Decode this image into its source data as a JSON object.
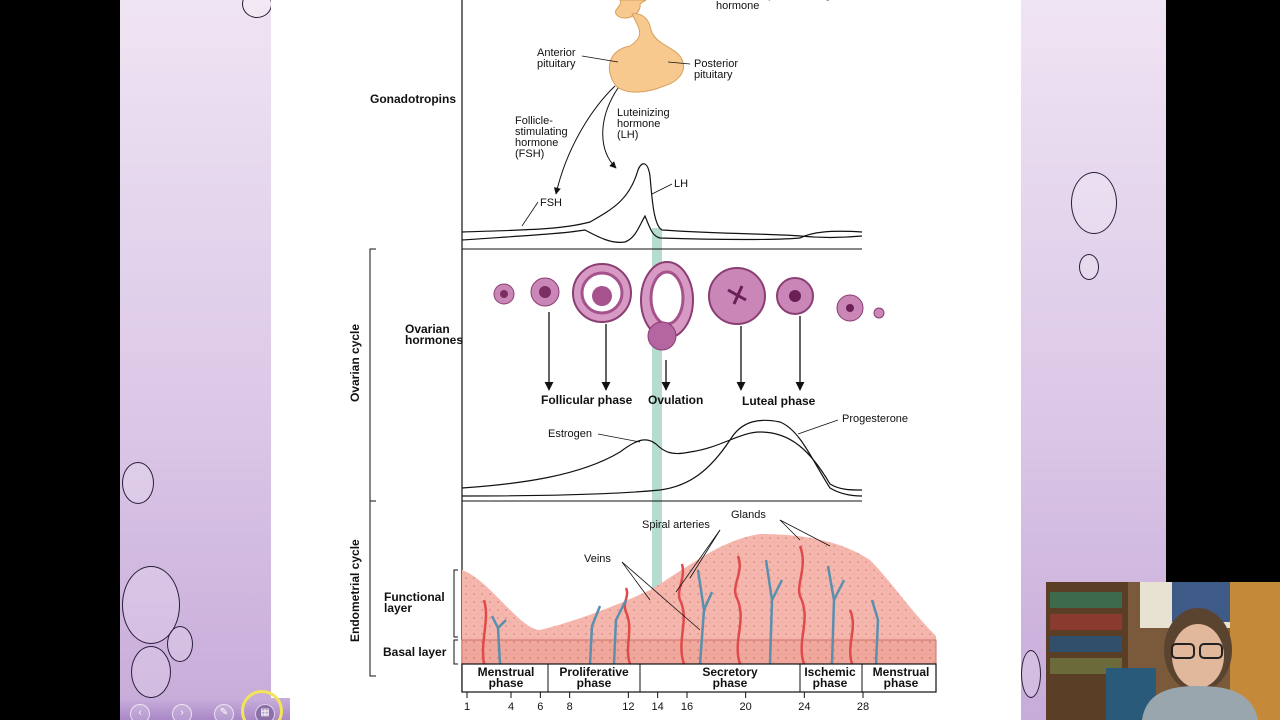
{
  "diagram": {
    "top_labels": {
      "gnrh": "Gonadotropin-releasing\nhormone",
      "anterior_pituitary": "Anterior\npituitary",
      "posterior_pituitary": "Posterior\npituitary",
      "fsh_full": "Follicle-\nstimulating\nhormone\n(FSH)",
      "lh_full": "Luteinizing\nhormone\n(LH)",
      "fsh": "FSH",
      "lh": "LH"
    },
    "row_labels": {
      "gonadotropins": "Gonadotropins",
      "ovarian_cycle": "Ovarian cycle",
      "ovarian_hormones": "Ovarian\nhormones",
      "endometrial_cycle": "Endometrial cycle",
      "functional_layer": "Functional\nlayer",
      "basal_layer": "Basal layer"
    },
    "phases": {
      "follicular": "Follicular phase",
      "ovulation": "Ovulation",
      "luteal": "Luteal phase"
    },
    "hormone_labels": {
      "estrogen": "Estrogen",
      "progesterone": "Progesterone"
    },
    "endometrium_labels": {
      "glands": "Glands",
      "spiral_arteries": "Spiral arteries",
      "veins": "Veins"
    },
    "uterine_phases": [
      {
        "label": "Menstrual\nphase"
      },
      {
        "label": "Proliferative\nphase"
      },
      {
        "label": "Secretory\nphase"
      },
      {
        "label": "Ischemic\nphase"
      },
      {
        "label": "Menstrual\nphase"
      }
    ],
    "day_ticks": [
      "1",
      "4",
      "6",
      "8",
      "12",
      "14",
      "16",
      "20",
      "24",
      "28"
    ],
    "colors": {
      "ovulation_band": "#a9d6c8",
      "tissue": "#f5b7ad",
      "artery": "#e04a4a",
      "vein": "#5a8fae",
      "follicle": "#a6528c",
      "pituitary": "#f7c98e"
    }
  },
  "webcam": {
    "description_icon": "presenter-video-icon"
  },
  "nav": {
    "icons": [
      "prev-icon",
      "next-icon",
      "pen-icon",
      "slides-icon",
      "zoom-icon",
      "more-icon"
    ]
  }
}
